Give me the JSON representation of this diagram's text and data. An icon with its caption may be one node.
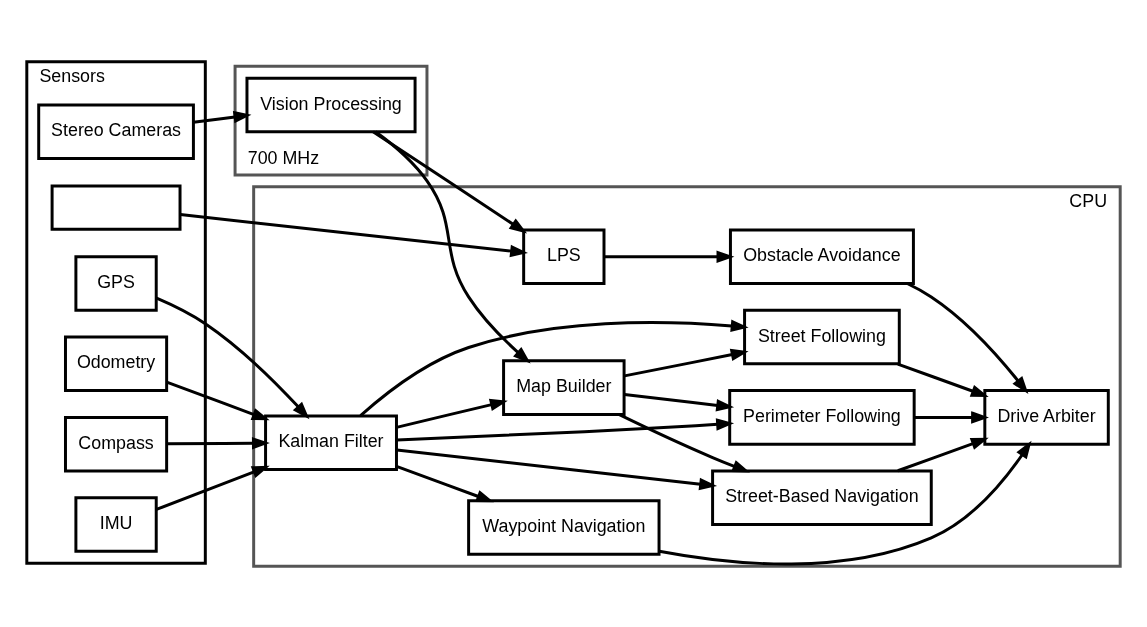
{
  "diagram": {
    "nodes": [
      {
        "text": [
          "Sensors"
        ]
      },
      {
        "text": [
          "700 MHz"
        ]
      },
      {
        "text": [
          "Stereo Cameras"
        ],
        "in": 0
      },
      {
        "text": [
          "Vision Processing"
        ],
        "in": 1
      },
      {
        "text": [
          "CPU"
        ]
      },
      {
        "text": [],
        "shape": "box",
        "in": 0
      },
      {
        "text": [
          "LPS"
        ],
        "in": 4
      },
      {
        "text": [
          "Obstacle Avoidance"
        ],
        "in": 4
      },
      {
        "text": [
          "GPS"
        ],
        "in": 0
      },
      {
        "text": [
          "Waypoint Navigation"
        ],
        "in": 4
      },
      {
        "text": [
          "Map Builder"
        ],
        "in": 4
      },
      {
        "text": [
          "Odometry"
        ],
        "in": 0
      },
      {
        "text": [
          "Street Following"
        ],
        "in": 4
      },
      {
        "text": [
          "Drive Arbiter"
        ],
        "in": 4
      },
      {
        "text": [
          "Compass"
        ],
        "in": 0
      },
      {
        "text": [
          "Kalman Filter"
        ],
        "in": 4
      },
      {
        "text": [
          "Perimeter Following"
        ],
        "in": 4
      },
      {
        "text": [
          "IMU"
        ],
        "in": 0
      },
      {
        "text": [
          "Street-Based Navigation"
        ],
        "in": 4
      }
    ],
    "edges": [
      {
        "from": 2,
        "to": 3,
        "arrow": "to"
      },
      {
        "from": 3,
        "to": 6,
        "arrow": "to"
      },
      {
        "from": 3,
        "to": 10,
        "arrow": "to"
      },
      {
        "from": 5,
        "to": 6,
        "arrow": "to"
      },
      {
        "from": 6,
        "to": 7,
        "arrow": "to"
      },
      {
        "from": 8,
        "to": 15,
        "arrow": "to"
      },
      {
        "from": 11,
        "to": 15,
        "arrow": "to"
      },
      {
        "from": 14,
        "to": 15,
        "arrow": "to"
      },
      {
        "from": 17,
        "to": 15,
        "arrow": "to"
      },
      {
        "from": 15,
        "to": 10,
        "arrow": "to"
      },
      {
        "from": 15,
        "to": 9,
        "arrow": "to"
      },
      {
        "from": 15,
        "to": 12,
        "arrow": "to"
      },
      {
        "from": 15,
        "to": 16,
        "arrow": "to"
      },
      {
        "from": 15,
        "to": 18,
        "arrow": "to"
      },
      {
        "from": 10,
        "to": 12,
        "arrow": "to"
      },
      {
        "from": 10,
        "to": 16,
        "arrow": "to"
      },
      {
        "from": 10,
        "to": 18,
        "arrow": "to"
      },
      {
        "from": 7,
        "to": 13,
        "arrow": "to"
      },
      {
        "from": 9,
        "to": 13,
        "arrow": "to"
      },
      {
        "from": 12,
        "to": 13,
        "arrow": "to"
      },
      {
        "from": 16,
        "to": 13,
        "arrow": "to"
      },
      {
        "from": 18,
        "to": 13,
        "arrow": "to"
      }
    ]
  }
}
